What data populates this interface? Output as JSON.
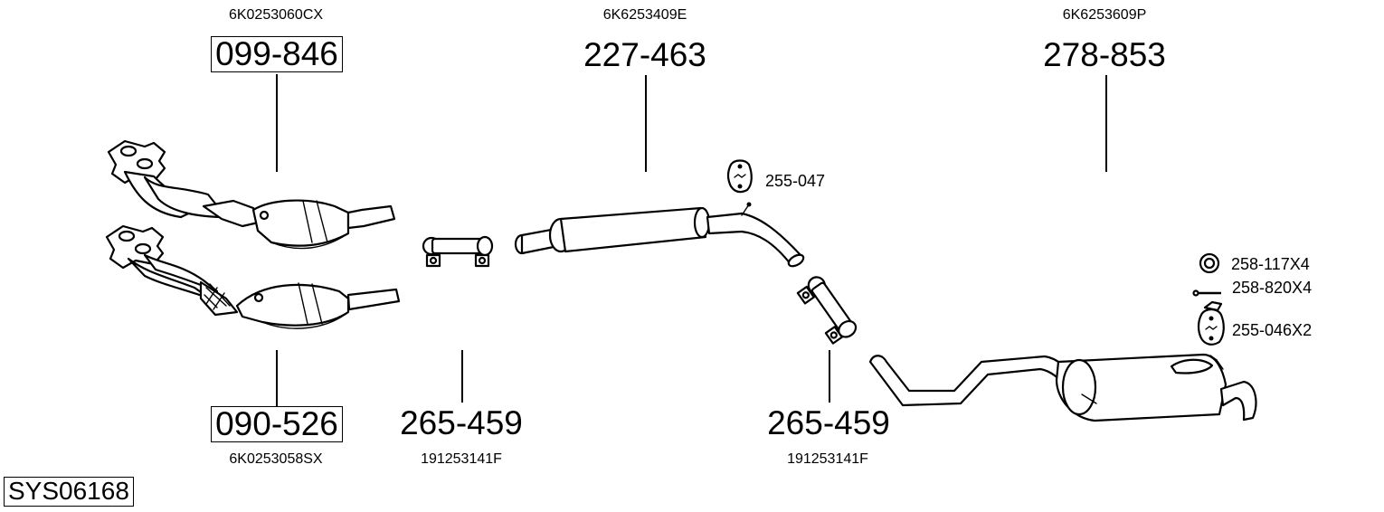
{
  "diagram": {
    "system_code": "SYS06168",
    "parts": [
      {
        "id": "catalyst-upper",
        "part_number": "099-846",
        "oem": "6K0253060CX",
        "boxed": true
      },
      {
        "id": "catalyst-lower",
        "part_number": "090-526",
        "oem": "6K0253058SX",
        "boxed": true
      },
      {
        "id": "clamp-front",
        "part_number": "265-459",
        "oem": "191253141F",
        "boxed": false
      },
      {
        "id": "middle-silencer",
        "part_number": "227-463",
        "oem": "6K6253409E",
        "boxed": false
      },
      {
        "id": "clamp-rear",
        "part_number": "265-459",
        "oem": "191253141F",
        "boxed": false
      },
      {
        "id": "rear-silencer",
        "part_number": "278-853",
        "oem": "6K6253609P",
        "boxed": false
      }
    ],
    "accessories": [
      {
        "id": "rubber-hanger-middle",
        "part_number": "255-047",
        "icon": "rubber-hanger-icon"
      },
      {
        "id": "ring",
        "part_number": "258-117X4",
        "icon": "ring-icon"
      },
      {
        "id": "bolt",
        "part_number": "258-820X4",
        "icon": "bolt-icon"
      },
      {
        "id": "rubber-hanger-rear",
        "part_number": "255-046X2",
        "icon": "rubber-hanger-icon"
      }
    ]
  }
}
